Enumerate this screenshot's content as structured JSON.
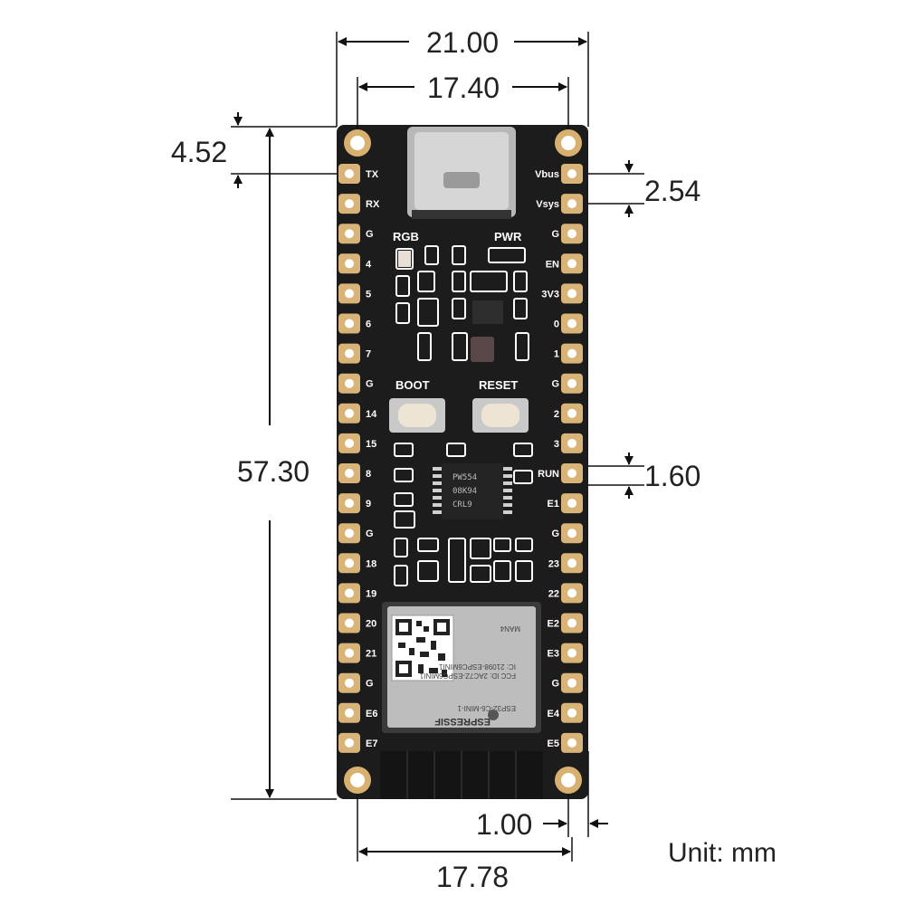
{
  "dimensions": {
    "overall_width": "21.00",
    "hole_spacing_top": "17.40",
    "top_offset": "4.52",
    "pin_pitch": "2.54",
    "overall_length": "57.30",
    "pad_width": "1.60",
    "edge_offset": "1.00",
    "hole_spacing_bottom": "17.78"
  },
  "unit_note": "Unit: mm",
  "board": {
    "left_pins": [
      "TX",
      "RX",
      "G",
      "4",
      "5",
      "6",
      "7",
      "G",
      "14",
      "15",
      "8",
      "9",
      "G",
      "18",
      "19",
      "20",
      "21",
      "G",
      "E6",
      "E7"
    ],
    "right_pins": [
      "Vbus",
      "Vsys",
      "G",
      "EN",
      "3V3",
      "0",
      "1",
      "G",
      "2",
      "3",
      "RUN",
      "E1",
      "G",
      "23",
      "22",
      "E2",
      "E3",
      "G",
      "E4",
      "E5"
    ],
    "labels": {
      "rgb": "RGB",
      "pwr": "PWR",
      "boot": "BOOT",
      "reset": "RESET"
    },
    "chip_marking": [
      "PW554",
      "08K94",
      "CRL9"
    ],
    "module": {
      "brand": "ESPRESSIF",
      "model": "ESP32-C6-MINI-1",
      "lines": [
        "MAN4",
        "ESP32-C6-MINI-1",
        "FCC ID: 2AC7Z-ESPC6MINI1",
        "IC: 21098-ESPC6MINI1"
      ]
    }
  }
}
